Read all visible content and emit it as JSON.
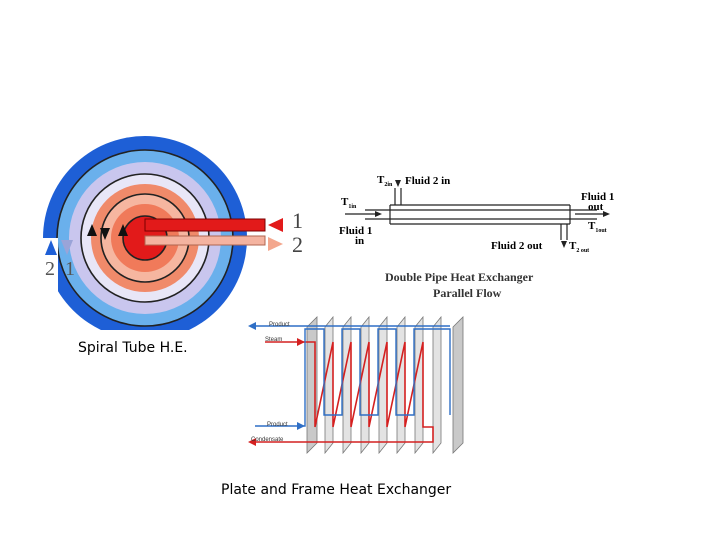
{
  "spiral": {
    "caption": "Spiral Tube H.E.",
    "label_1": "1",
    "label_2": "2",
    "label_bottom_2": "2",
    "label_bottom_1": "1",
    "colors": {
      "outer_blue": "#1e5fd6",
      "mid_blue": "#6ab0ec",
      "lavender": "#c9c6ee",
      "salmon": "#f08a6a",
      "red": "#e21a1a"
    }
  },
  "double_pipe": {
    "t_hin": "T",
    "t_hin_sub": "1in",
    "t_2in": "T",
    "t_2in_sub": "2in",
    "fluid2_in": "Fluid 2 in",
    "fluid1_out": "Fluid 1",
    "fluid1_out_2": "out",
    "t_1out": "T",
    "t_1out_sub": "1out",
    "fluid1_in": "Fluid 1",
    "fluid1_in_2": "in",
    "fluid2_out": "Fluid 2 out",
    "t_2out": "T",
    "t_2out_sub": "2 out",
    "title_1": "Double Pipe Heat Exchanger",
    "title_2": "Parallel Flow"
  },
  "plate_frame": {
    "caption": "Plate and Frame Heat Exchanger",
    "product_top": "Product",
    "steam": "Steam",
    "product_bottom": "Product",
    "condensate": "Condensate",
    "colors": {
      "hot": "#d42020",
      "cold": "#2f6fc6"
    }
  }
}
